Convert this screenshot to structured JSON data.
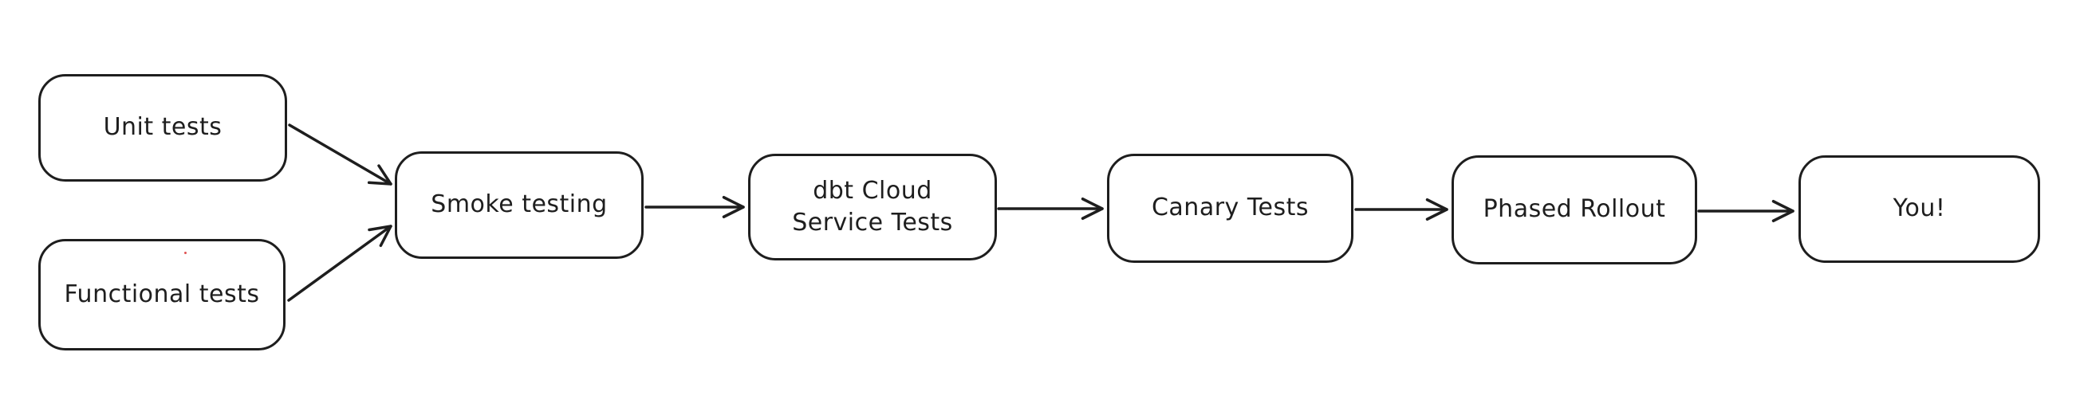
{
  "diagram": {
    "type": "flowchart",
    "style": "hand-drawn",
    "colors": {
      "stroke": "#1e1e1e",
      "background": "#ffffff",
      "stray_dot": "#e05252"
    },
    "nodes": [
      {
        "id": "unit-tests",
        "label": "Unit tests"
      },
      {
        "id": "functional-tests",
        "label": "Functional tests"
      },
      {
        "id": "smoke-testing",
        "label": "Smoke testing"
      },
      {
        "id": "dbt-cloud",
        "label": "dbt Cloud\nService Tests"
      },
      {
        "id": "canary-tests",
        "label": "Canary Tests"
      },
      {
        "id": "phased-rollout",
        "label": "Phased Rollout"
      },
      {
        "id": "you",
        "label": "You!"
      }
    ],
    "edges": [
      {
        "from": "unit-tests",
        "to": "smoke-testing"
      },
      {
        "from": "functional-tests",
        "to": "smoke-testing"
      },
      {
        "from": "smoke-testing",
        "to": "dbt-cloud"
      },
      {
        "from": "dbt-cloud",
        "to": "canary-tests"
      },
      {
        "from": "canary-tests",
        "to": "phased-rollout"
      },
      {
        "from": "phased-rollout",
        "to": "you"
      }
    ]
  }
}
